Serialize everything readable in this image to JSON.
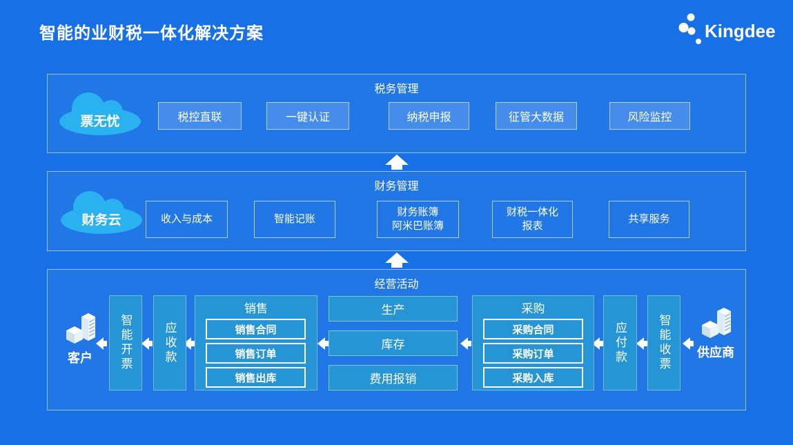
{
  "title": "智能的业财税一体化解决方案",
  "logo": {
    "text": "Kingdee"
  },
  "colors": {
    "background": "#1770E6",
    "panel_border": "rgba(255,255,255,0.55)",
    "cloud": "#29B2EF",
    "flow_box": "#2695D6",
    "text": "#FFFFFF"
  },
  "arrows": {
    "between_panels": "up",
    "flow_direction": "left"
  },
  "panels": {
    "tax": {
      "title": "税务管理",
      "cloud_label": "票无忧",
      "buttons": [
        "税控直联",
        "一键认证",
        "纳税申报",
        "征管大数据",
        "风险监控"
      ]
    },
    "finance": {
      "title": "财务管理",
      "cloud_label": "财务云",
      "buttons": [
        "收入与成本",
        "智能记账",
        "财务账簿\n阿米巴账簿",
        "财税一体化\n报表",
        "共享服务"
      ]
    },
    "operations": {
      "title": "经营活动",
      "customer_label": "客户",
      "supplier_label": "供应商",
      "left_flow": [
        "智能开票",
        "应收款"
      ],
      "sales_group": {
        "title": "销售",
        "items": [
          "销售合同",
          "销售订单",
          "销售出库"
        ]
      },
      "middle_items": [
        "生产",
        "库存",
        "费用报销"
      ],
      "purchase_group": {
        "title": "采购",
        "items": [
          "采购合同",
          "采购订单",
          "采购入库"
        ]
      },
      "right_flow": [
        "应付款",
        "智能收票"
      ]
    }
  }
}
